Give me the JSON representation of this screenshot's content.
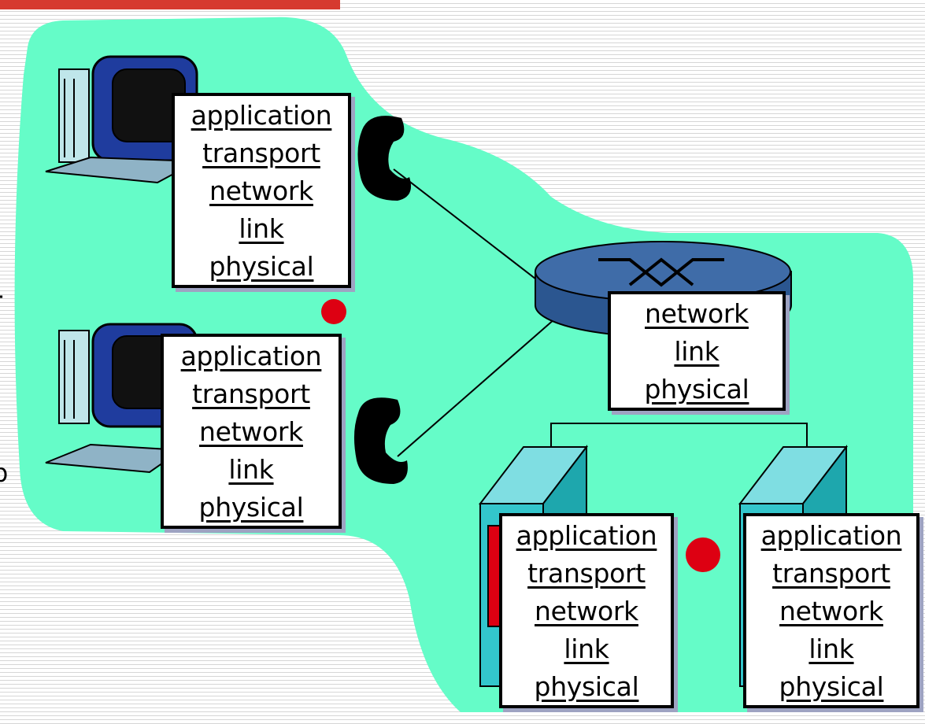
{
  "title_bar": {
    "color": "#d63a2f"
  },
  "background_color": "#65fcc8",
  "colors": {
    "router": "#33639c",
    "server": "#33c6cc",
    "bullet": "#dd0012",
    "stack_shadow": "#9ea3c2"
  },
  "side_fragments": [
    "ï",
    "b"
  ],
  "host_top": {
    "layers": [
      "application",
      "transport",
      "network",
      "link",
      "physical"
    ]
  },
  "host_bottom": {
    "layers": [
      "application",
      "transport",
      "network",
      "link",
      "physical"
    ]
  },
  "router": {
    "layers": [
      "network",
      "link",
      "physical"
    ]
  },
  "server_left": {
    "layers": [
      "application",
      "transport",
      "network",
      "link",
      "physical"
    ]
  },
  "server_right": {
    "layers": [
      "application",
      "transport",
      "network",
      "link",
      "physical"
    ]
  },
  "icons": [
    "desktop-computer-icon",
    "telephone-icon",
    "router-icon",
    "server-icon",
    "bullet-icon"
  ]
}
